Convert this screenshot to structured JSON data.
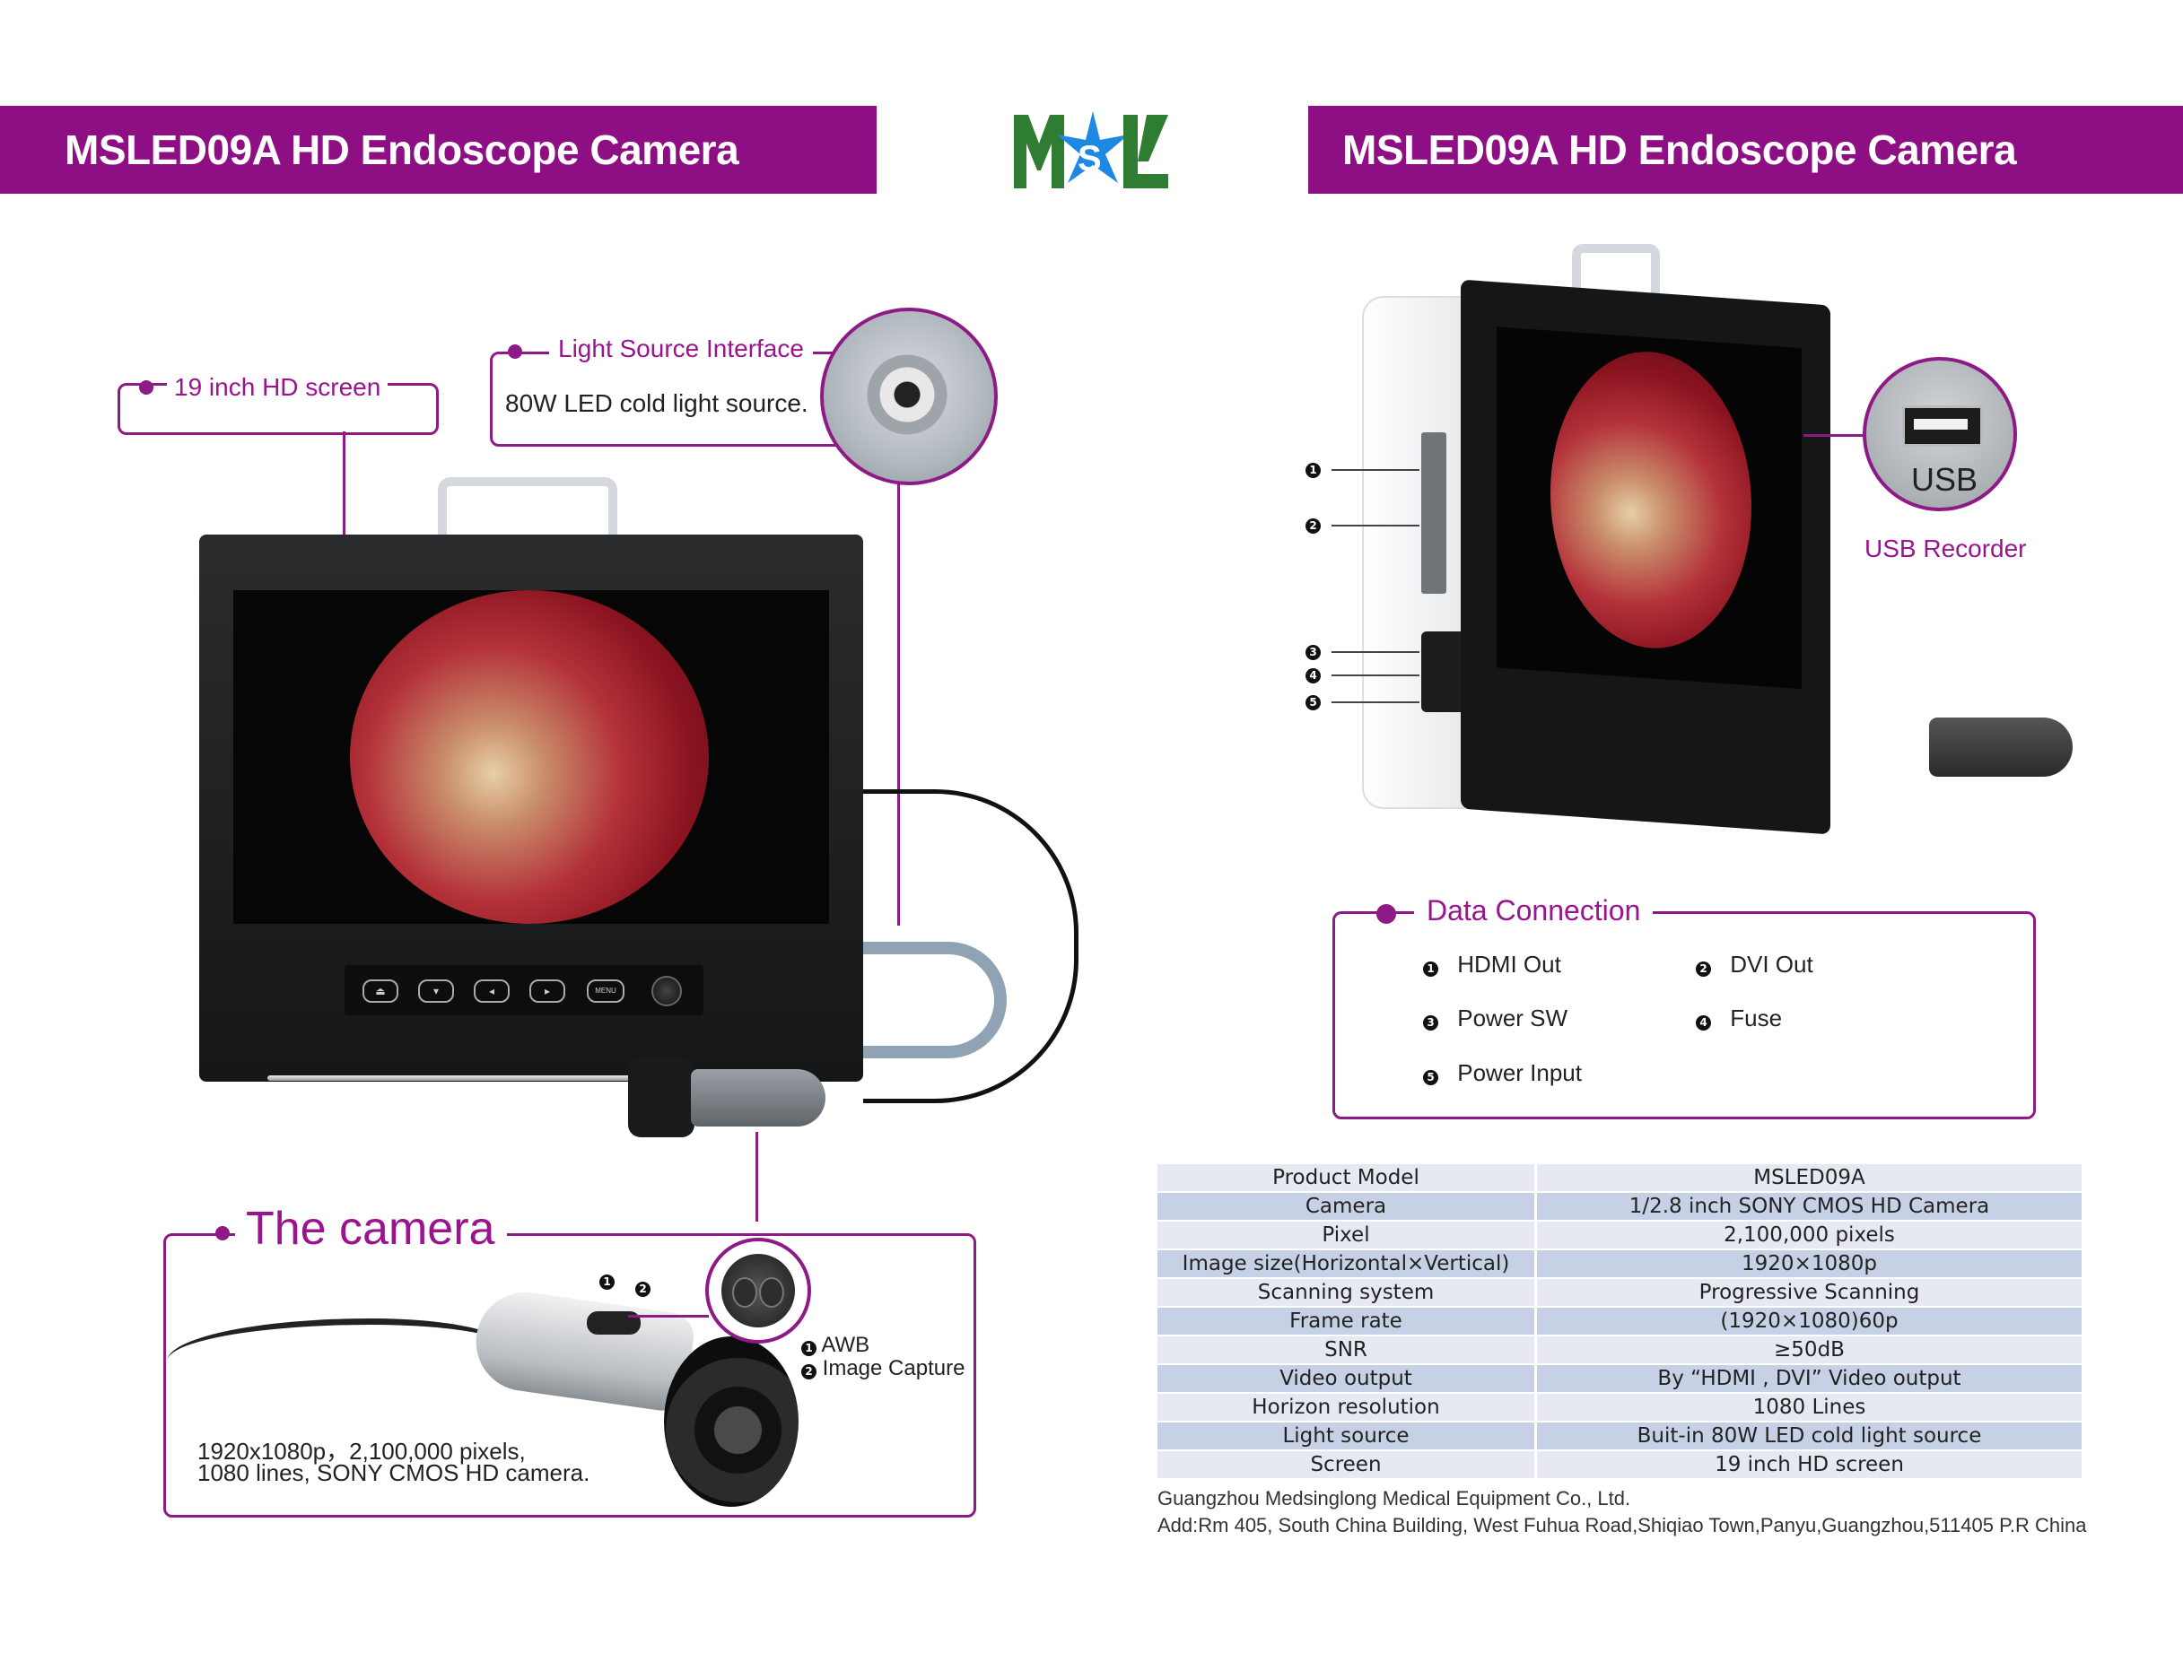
{
  "banner_left": {
    "title": "MSLED09A HD Endoscope Camera"
  },
  "banner_right": {
    "title": "MSLED09A HD Endoscope Camera"
  },
  "logo": {
    "text": "MSL"
  },
  "left": {
    "screen_label": "19 inch HD screen",
    "light_source": {
      "title": "Light Source Interface",
      "desc": "80W LED cold light source."
    },
    "monitor_buttons": [
      "⏏",
      "▾",
      "◂",
      "▸",
      "MENU"
    ],
    "camera": {
      "title": "The camera",
      "button_nums": [
        "1",
        "2"
      ],
      "buttons": [
        {
          "num": "1",
          "label": "AWB"
        },
        {
          "num": "2",
          "label": "Image Capture"
        }
      ],
      "desc_line1": "1920x1080p，2,100,000 pixels,",
      "desc_line2": "1080 lines, SONY CMOS HD camera."
    }
  },
  "right": {
    "port_numbers": [
      "1",
      "2",
      "3",
      "4",
      "5"
    ],
    "usb": {
      "badge": "USB",
      "label": "USB Recorder"
    },
    "data_connection": {
      "title": "Data Connection",
      "items": [
        {
          "num": "1",
          "label": "HDMI Out"
        },
        {
          "num": "2",
          "label": "DVI Out"
        },
        {
          "num": "3",
          "label": "Power SW"
        },
        {
          "num": "4",
          "label": "Fuse"
        },
        {
          "num": "5",
          "label": "Power Input"
        }
      ]
    },
    "specs": [
      [
        "Product Model",
        "MSLED09A"
      ],
      [
        "Camera",
        "1/2.8 inch SONY CMOS HD Camera"
      ],
      [
        "Pixel",
        "2,100,000 pixels"
      ],
      [
        "Image size(Horizontal×Vertical)",
        "1920×1080p"
      ],
      [
        "Scanning system",
        "Progressive Scanning"
      ],
      [
        "Frame rate",
        "(1920×1080)60p"
      ],
      [
        "SNR",
        "≥50dB"
      ],
      [
        "Video output",
        "By “HDMI , DVI” Video output"
      ],
      [
        "Horizon resolution",
        "1080 Lines"
      ],
      [
        "Light source",
        "Buit-in 80W LED cold light source"
      ],
      [
        "Screen",
        "19 inch HD screen"
      ]
    ],
    "footer_company": "Guangzhou Medsinglong Medical Equipment Co., Ltd.",
    "footer_address": "Add:Rm 405, South China Building, West Fuhua Road,Shiqiao Town,Panyu,Guangzhou,511405 P.R China"
  },
  "colors": {
    "brand_purple": "#8e0f83",
    "logo_green": "#2e7d32",
    "logo_blue": "#1e88e5",
    "table_light": "#e6e9f2",
    "table_dark": "#c7d1e6"
  }
}
